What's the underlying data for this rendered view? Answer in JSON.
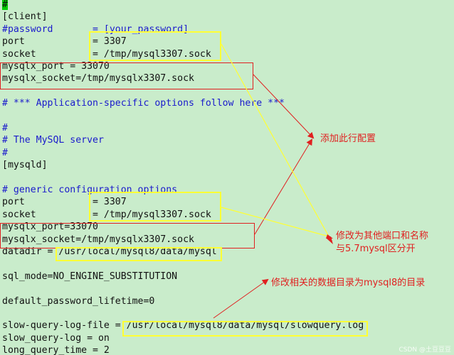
{
  "editor": {
    "lines": [
      {
        "text": "#",
        "kind": "cursor"
      },
      {
        "text": "[client]",
        "kind": "code"
      },
      {
        "text": "#password       = [your_password]",
        "kind": "comment"
      },
      {
        "text": "port            = 3307",
        "kind": "code"
      },
      {
        "text": "socket          = /tmp/mysql3307.sock",
        "kind": "code"
      },
      {
        "text": "mysqlx_port = 33070",
        "kind": "code"
      },
      {
        "text": "mysqlx_socket=/tmp/mysqlx3307.sock",
        "kind": "code"
      },
      {
        "text": "",
        "kind": "code"
      },
      {
        "text": "# *** Application-specific options follow here ***",
        "kind": "comment"
      },
      {
        "text": "",
        "kind": "code"
      },
      {
        "text": "#",
        "kind": "comment"
      },
      {
        "text": "# The MySQL server",
        "kind": "comment"
      },
      {
        "text": "#",
        "kind": "comment"
      },
      {
        "text": "[mysqld]",
        "kind": "code"
      },
      {
        "text": "",
        "kind": "code"
      },
      {
        "text": "# generic configuration options",
        "kind": "comment"
      },
      {
        "text": "port            = 3307",
        "kind": "code"
      },
      {
        "text": "socket          = /tmp/mysql3307.sock",
        "kind": "code"
      },
      {
        "text": "mysqlx_port=33070",
        "kind": "code"
      },
      {
        "text": "mysqlx_socket=/tmp/mysqlx3307.sock",
        "kind": "code"
      },
      {
        "text": "datadir = /usr/local/mysql8/data/mysql",
        "kind": "code"
      },
      {
        "text": "",
        "kind": "code"
      },
      {
        "text": "sql_mode=NO_ENGINE_SUBSTITUTION",
        "kind": "code"
      },
      {
        "text": "",
        "kind": "code"
      },
      {
        "text": "default_password_lifetime=0",
        "kind": "code"
      },
      {
        "text": "",
        "kind": "code"
      },
      {
        "text": "slow-query-log-file = /usr/local/mysql8/data/mysql/slowquery.log",
        "kind": "code"
      },
      {
        "text": "slow_query-log = on",
        "kind": "code"
      },
      {
        "text": "long_query_time = 2",
        "kind": "code"
      }
    ]
  },
  "annotations": {
    "add_line_config": "添加此行配置",
    "change_port_name_line1": "修改为其他端口和名称",
    "change_port_name_line2": "与5.7mysql区分开",
    "change_data_dir": "修改相关的数据目录为mysql8的目录"
  },
  "colors": {
    "background": "#c9eccb",
    "comment": "#1a1acc",
    "highlight_yellow": "#ffff33",
    "annotation_red": "#e02020",
    "cursor_green": "#00cc00"
  },
  "watermark": "CSDN @土豆豆豆"
}
